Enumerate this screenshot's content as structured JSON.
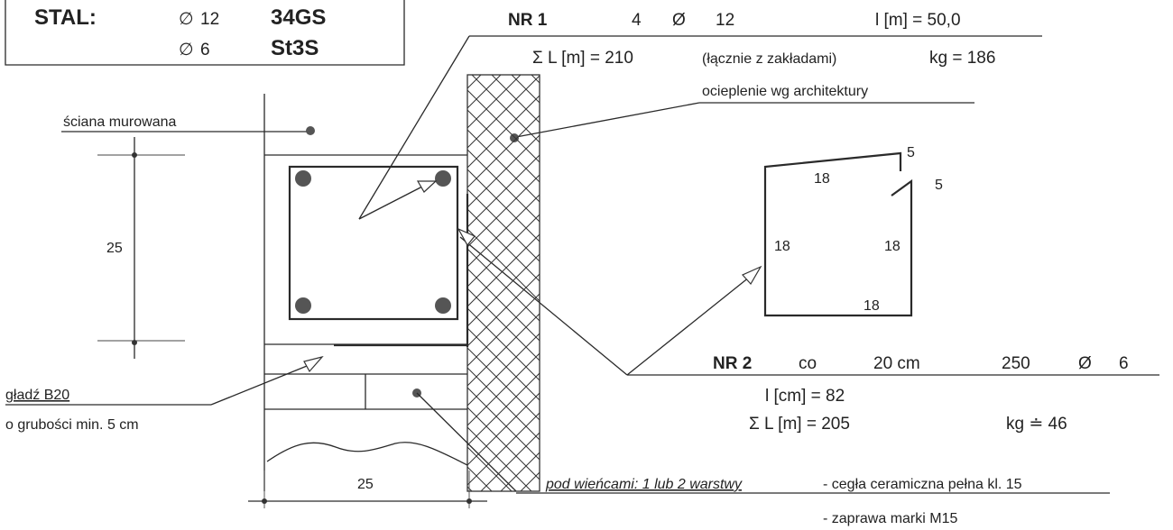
{
  "steel": {
    "label": "STAL:",
    "phi_symbol": "∅",
    "d1": "12",
    "grade1": "34GS",
    "d2": "6",
    "grade2": "St3S"
  },
  "nr1": {
    "title": "NR 1",
    "count": "4",
    "phi": "Ø",
    "diameter": "12",
    "length": "l [m] = 50,0",
    "sum_length": "Σ L [m] = 210",
    "note": "(łącznie z zakładami)",
    "kg": "kg = 186"
  },
  "nr2": {
    "title": "NR 2",
    "spacing_label": "co",
    "spacing": "20 cm",
    "count": "250",
    "phi": "Ø",
    "diameter": "6",
    "length": "l [cm] = 82",
    "sum_length": "Σ L [m] = 205",
    "kg": "kg ≐ 46"
  },
  "labels": {
    "wall": "ściana murowana",
    "insulation": "ocieplenie wg architektury",
    "screed": "gładź B20",
    "screed_thickness": "o grubości min. 5 cm",
    "under_beams": "pod wieńcami: 1 lub 2 warstwy",
    "brick": "- cegła ceramiczna pełna kl. 15",
    "mortar": "- zaprawa marki M15"
  },
  "dimensions": {
    "height": "25",
    "width": "25"
  },
  "stirrup_dims": {
    "top": "18",
    "left": "18",
    "right": "18",
    "bottom": "18",
    "hook1": "5",
    "hook2": "5"
  }
}
